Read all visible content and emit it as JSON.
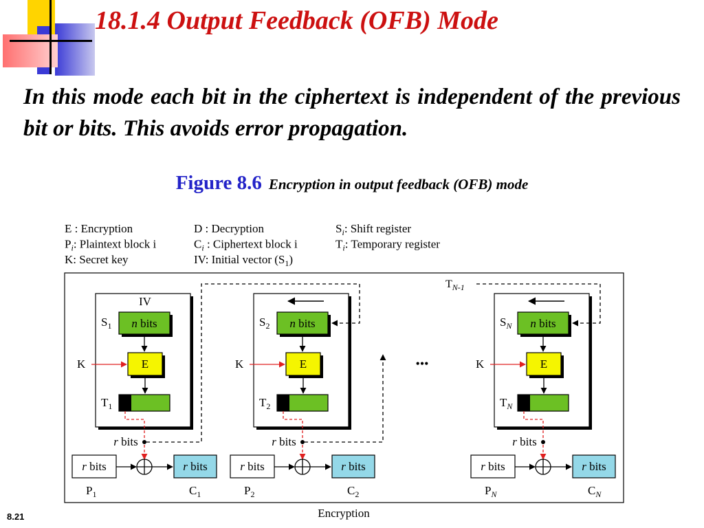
{
  "slide": {
    "title": "18.1.4  Output Feedback (OFB) Mode",
    "intro": "In this mode each bit in the ciphertext is independent of the previous bit or bits. This avoids error propagation.",
    "figure_label": "Figure 8.6",
    "figure_desc": "Encryption in output feedback (OFB) mode",
    "slide_number": "8.21"
  },
  "legend": {
    "col1": [
      {
        "sym": "E",
        "sub": "",
        "text": " : Encryption"
      },
      {
        "sym": "P",
        "sub": "i",
        "text": ": Plaintext block i"
      },
      {
        "sym": "K",
        "sub": "",
        "text": ": Secret key"
      }
    ],
    "col2": [
      {
        "sym": "D",
        "sub": "",
        "text": " : Decryption"
      },
      {
        "sym": "C",
        "sub": "i",
        "text": " : Ciphertext block i"
      },
      {
        "sym": "IV",
        "sub": "",
        "text": ": Initial vector (S",
        "sub2": "1",
        "tail": ")"
      }
    ],
    "col3": [
      {
        "sym": "S",
        "sub": "i",
        "text": ": Shift register"
      },
      {
        "sym": "T",
        "sub": "i",
        "text": ": Temporary register"
      }
    ]
  },
  "diagram": {
    "iv_label": "IV",
    "key_label": "K",
    "n_bits": "n bits",
    "r_bits": "r bits",
    "enc_label": "E",
    "ellipsis": "•••",
    "feedback_label": {
      "base": "T",
      "sub": "N-1"
    },
    "bottom_label": "Encryption",
    "stages": [
      {
        "s": "S",
        "s_sub": "1",
        "t": "T",
        "t_sub": "1",
        "p": "P",
        "p_sub": "1",
        "c": "C",
        "c_sub": "1"
      },
      {
        "s": "S",
        "s_sub": "2",
        "t": "T",
        "t_sub": "2",
        "p": "P",
        "p_sub": "2",
        "c": "C",
        "c_sub": "2"
      },
      {
        "s": "S",
        "s_sub": "N",
        "t": "T",
        "t_sub": "N",
        "p": "P",
        "p_sub": "N",
        "c": "C",
        "c_sub": "N"
      }
    ]
  },
  "colors": {
    "title_red": "#cc1010",
    "caption_blue": "#2323c8",
    "green": "#6cc024",
    "yellow": "#f5f500",
    "cyan": "#94d8e8",
    "red_arrow": "#e02020"
  }
}
